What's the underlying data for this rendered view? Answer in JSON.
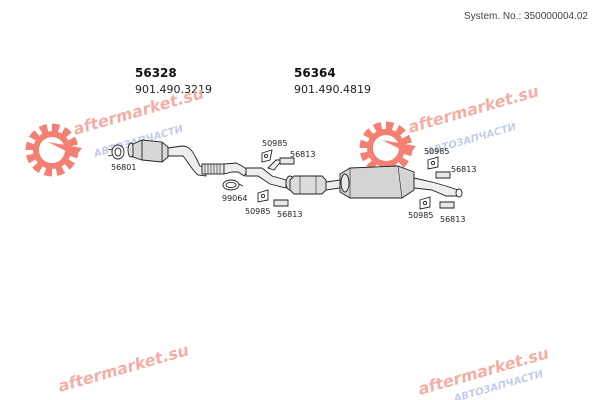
{
  "header": {
    "system_no": "System. No.: 350000004.02"
  },
  "assemblies": [
    {
      "part": "56328",
      "oem": "901.490.3219"
    },
    {
      "part": "56364",
      "oem": "901.490.4819"
    }
  ],
  "labels": {
    "clamp_front": "56801",
    "clamp_mid": "99064",
    "hanger_a1": "50985",
    "bracket_a1": "56813",
    "hanger_a2": "50985",
    "bracket_a2": "56813",
    "hanger_b1": "50985",
    "bracket_b1": "56813",
    "hanger_b2": "50985",
    "bracket_b2": "56813"
  },
  "watermark": {
    "brand": "aftermarket.su",
    "brand_ru": "АВТОЗАПЧАСТИ",
    "colors": {
      "gear": "#f26b5b",
      "brand": "#f4a097",
      "brand_ru": "#b9c3e6"
    }
  }
}
